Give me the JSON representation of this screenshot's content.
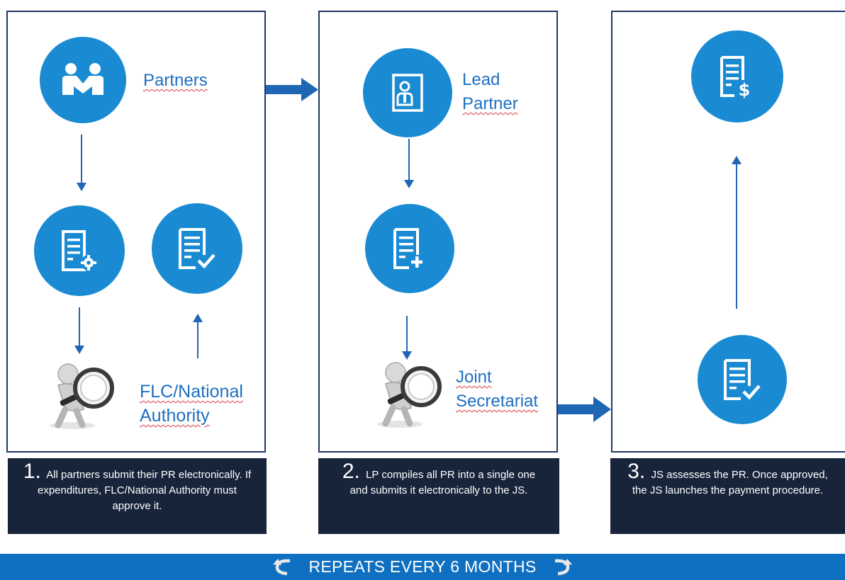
{
  "steps": [
    {
      "number": "1.",
      "caption": "All partners submit their PR electronically. If expenditures, FLC/National Authority must approve it.",
      "labels": {
        "top": "Partners",
        "bottom_line1": "FLC/National",
        "bottom_line2": "Authority"
      }
    },
    {
      "number": "2.",
      "caption": "LP compiles all PR into a single one and submits it electronically to the JS.",
      "labels": {
        "top_line1": "Lead",
        "top_line2": "Partner",
        "bottom_line1": "Joint",
        "bottom_line2": "Secretariat"
      }
    },
    {
      "number": "3.",
      "caption": "JS assesses the PR. Once approved, the JS launches the payment procedure."
    }
  ],
  "banner": {
    "text": "REPEATS EVERY 6 MONTHS"
  },
  "icons": {
    "partners": "handshake-people-icon",
    "doc_gear": "document-settings-icon",
    "doc_check": "document-check-icon",
    "lead_partner": "person-badge-icon",
    "doc_plus": "document-add-icon",
    "doc_dollar": "document-payment-icon",
    "inspector": "magnifier-inspector-icon"
  },
  "colors": {
    "circle": "#1a8bd3",
    "panel_border": "#1f3864",
    "caption_bg": "#17243a",
    "arrow": "#1f66b5",
    "banner": "#0f6fc1",
    "label": "#1f6fbf"
  }
}
